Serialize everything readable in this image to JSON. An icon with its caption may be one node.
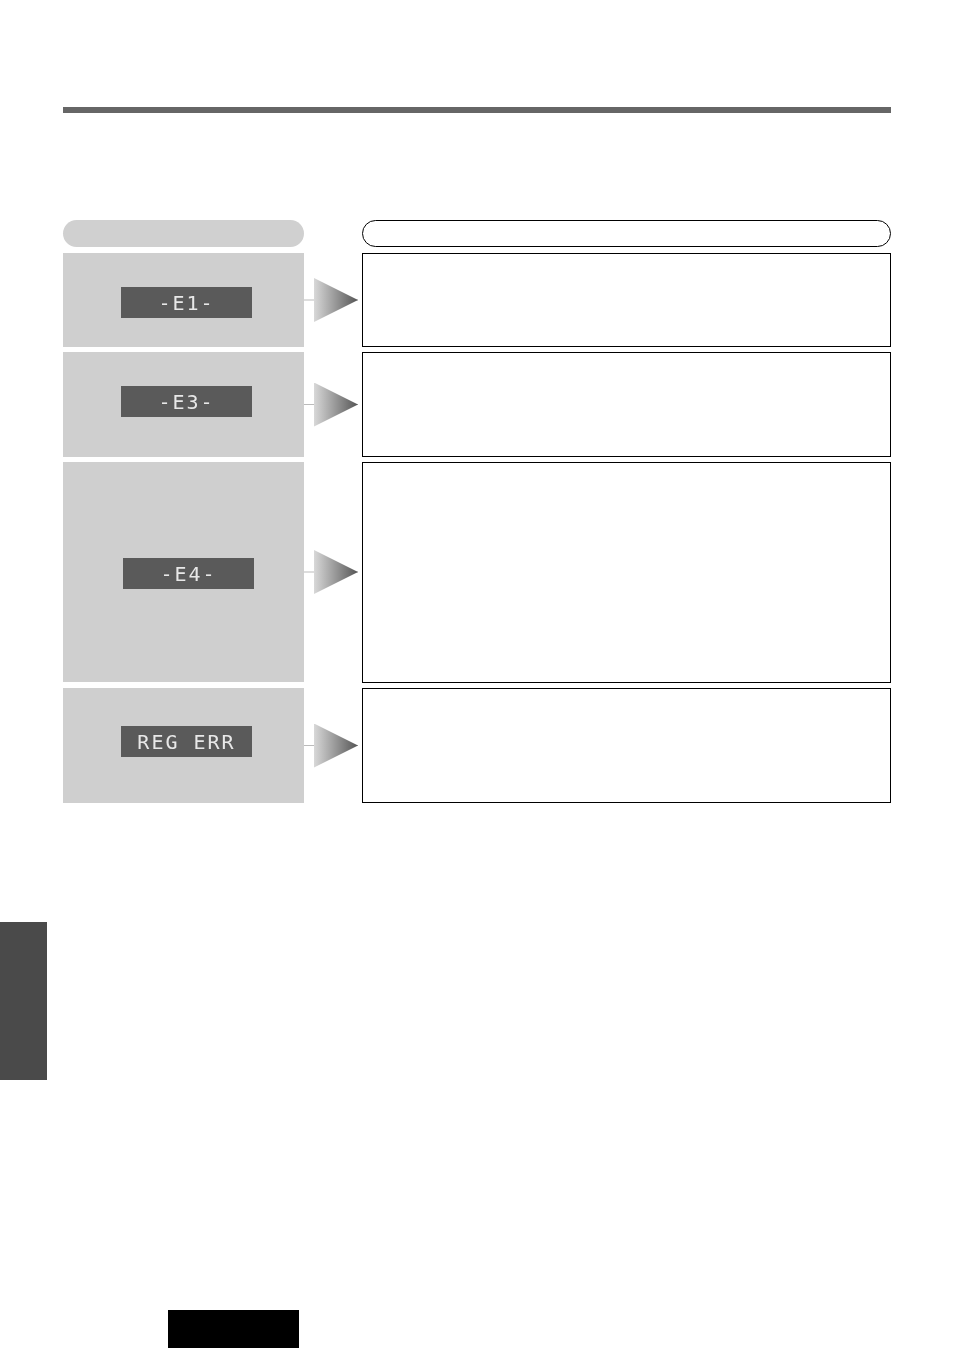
{
  "diagram": {
    "nodes": [
      {
        "text": [],
        "shape": "box"
      },
      {
        "text": [],
        "shape": "box"
      },
      {
        "text": [
          "-E1-"
        ]
      },
      {
        "text": [],
        "shape": "box"
      },
      {
        "text": [
          "-E3-"
        ]
      },
      {
        "text": [],
        "shape": "box"
      },
      {
        "text": [
          "-E4-"
        ]
      },
      {
        "text": [],
        "shape": "box"
      },
      {
        "text": [
          "REG ERR"
        ]
      },
      {
        "text": [],
        "shape": "box"
      },
      {
        "text": [],
        "shape": "bar"
      }
    ],
    "edges": [
      {
        "from": 2,
        "to": 3,
        "arrow": "to"
      },
      {
        "from": 4,
        "to": 5,
        "arrow": "to"
      },
      {
        "from": 6,
        "to": 7,
        "arrow": "to"
      },
      {
        "from": 8,
        "to": 9,
        "arrow": "to"
      }
    ]
  }
}
